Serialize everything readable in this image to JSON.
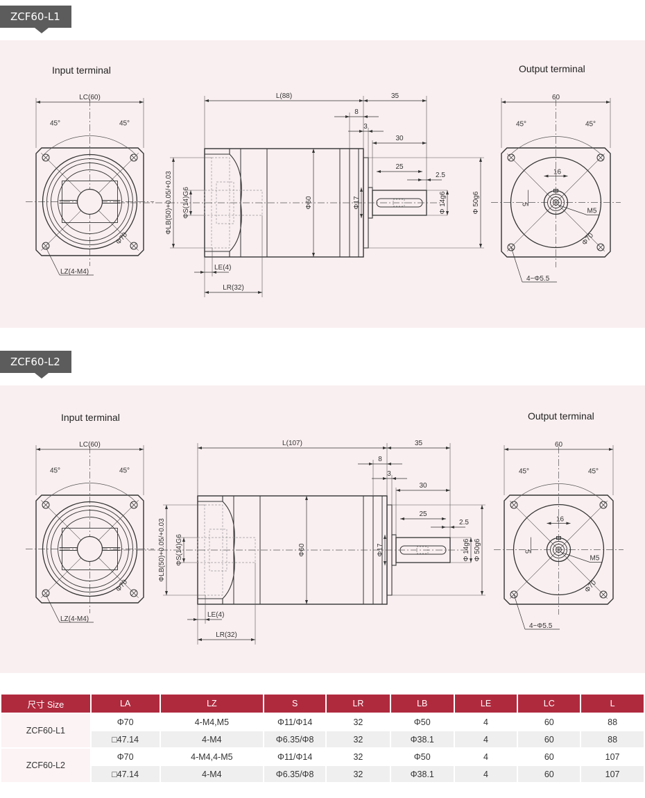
{
  "sections": [
    {
      "tag": "ZCF60-L1",
      "input_label": "Input terminal",
      "output_label": "Output terminal",
      "input_view": {
        "lc": "LC(60)",
        "angle_left": "45°",
        "angle_right": "45°",
        "lz": "LZ(4-M4)",
        "pcd": "Φ70"
      },
      "side_view": {
        "length": "L(88)",
        "shaft_total": "35",
        "d8": "8",
        "d3": "3",
        "d30": "30",
        "d25": "25",
        "d2_5": "2.5",
        "lb": "ΦLB(50)+0.05/+0.03",
        "s": "ΦS(14)G6",
        "body_dia": "Φ60",
        "collar_dia": "Φ17",
        "shaft_dia": "Φ 14g6",
        "spigot_dia": "Φ 50g6",
        "le": "LE(4)",
        "lr": "LR(32)"
      },
      "output_view": {
        "width": "60",
        "angle_left": "45°",
        "angle_right": "45°",
        "key_width": "16",
        "key_depth": "5",
        "thread": "M5",
        "pcd": "Φ70",
        "holes": "4−Φ5.5"
      }
    },
    {
      "tag": "ZCF60-L2",
      "input_label": "Input terminal",
      "output_label": "Output terminal",
      "input_view": {
        "lc": "LC(60)",
        "angle_left": "45°",
        "angle_right": "45°",
        "lz": "LZ(4-M4)",
        "pcd": "Φ70"
      },
      "side_view": {
        "length": "L(107)",
        "shaft_total": "35",
        "d8": "8",
        "d3": "3",
        "d30": "30",
        "d25": "25",
        "d2_5": "2.5",
        "lb": "ΦLB(50)+0.05/+0.03",
        "s": "ΦS(14)G6",
        "body_dia": "Φ60",
        "collar_dia": "Φ17",
        "shaft_dia": "Φ 14g6",
        "spigot_dia": "Φ 50g6",
        "le": "LE(4)",
        "lr": "LR(32)"
      },
      "output_view": {
        "width": "60",
        "angle_left": "45°",
        "angle_right": "45°",
        "key_width": "16",
        "key_depth": "5",
        "thread": "M5",
        "pcd": "Φ70",
        "holes": "4−Φ5.5"
      }
    }
  ],
  "table": {
    "headers": [
      "尺寸 Size",
      "LA",
      "LZ",
      "S",
      "LR",
      "LB",
      "LE",
      "LC",
      "L"
    ],
    "groups": [
      {
        "size": "ZCF60-L1",
        "rows": [
          [
            "Φ70",
            "4-M4,M5",
            "Φ11/Φ14",
            "32",
            "Φ50",
            "4",
            "60",
            "88"
          ],
          [
            "□47.14",
            "4-M4",
            "Φ6.35/Φ8",
            "32",
            "Φ38.1",
            "4",
            "60",
            "88"
          ]
        ]
      },
      {
        "size": "ZCF60-L2",
        "rows": [
          [
            "Φ70",
            "4-M4,4-M5",
            "Φ11/Φ14",
            "32",
            "Φ50",
            "4",
            "60",
            "107"
          ],
          [
            "□47.14",
            "4-M4",
            "Φ6.35/Φ8",
            "32",
            "Φ38.1",
            "4",
            "60",
            "107"
          ]
        ]
      }
    ]
  }
}
